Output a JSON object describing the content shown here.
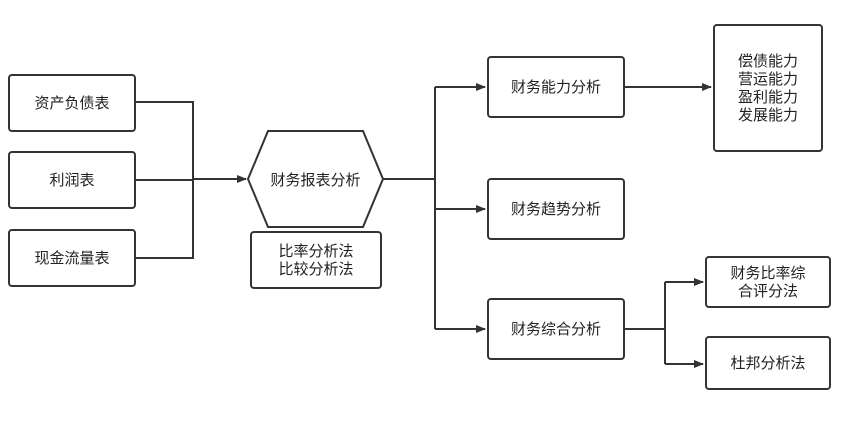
{
  "diagram": {
    "sources": [
      "资产负债表",
      "利润表",
      "现金流量表"
    ],
    "center": "财务报表分析",
    "center_methods": "比率分析法\n比较分析法",
    "branches": [
      "财务能力分析",
      "财务趋势分析",
      "财务综合分析"
    ],
    "ability_detail": "偿债能力\n营运能力\n盈利能力\n发展能力",
    "composite_methods": [
      "财务比率综\n合评分法",
      "杜邦分析法"
    ]
  }
}
